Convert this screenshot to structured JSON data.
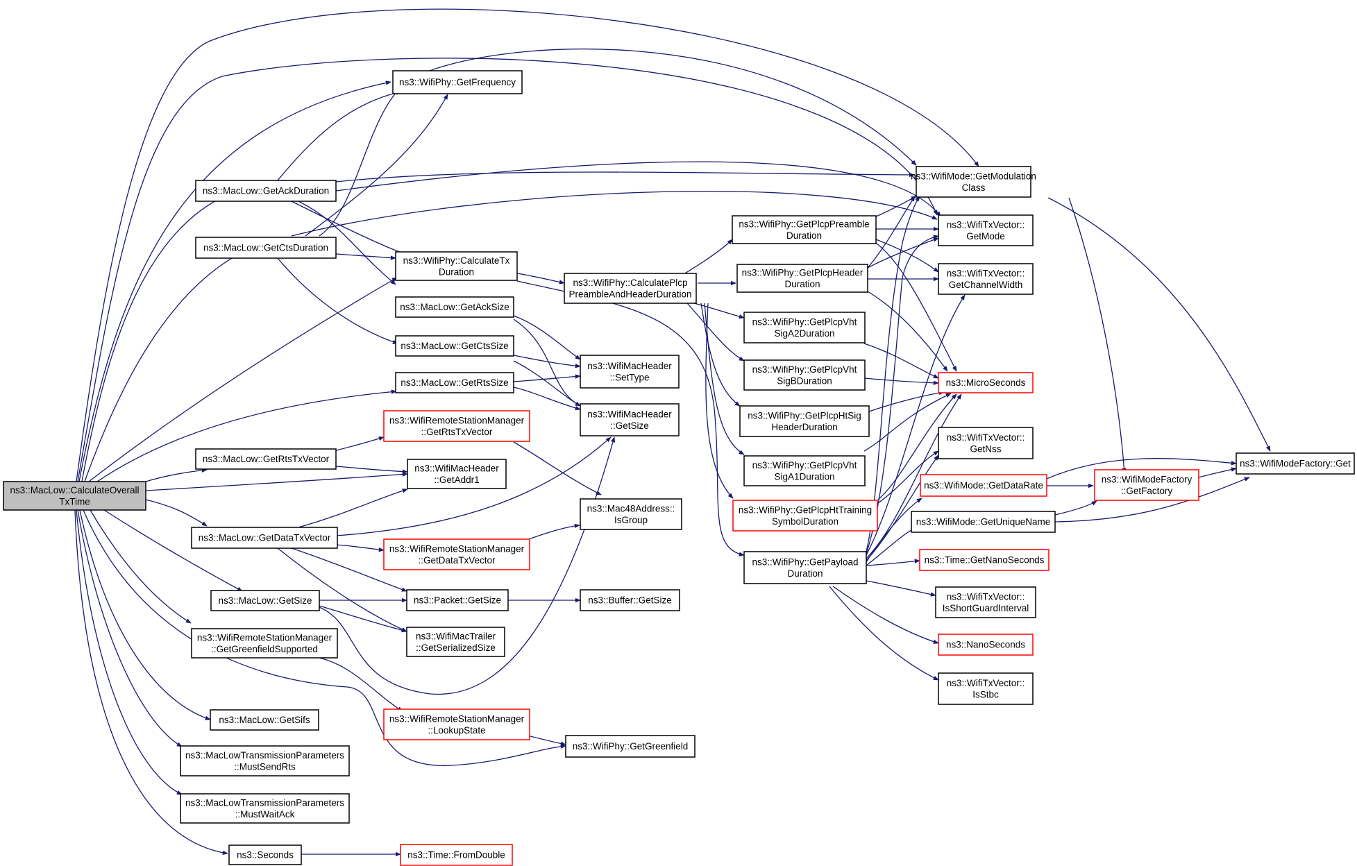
{
  "colors": {
    "edge": "#191970",
    "node_border": "#000000",
    "node_border_incomplete": "#ff0000",
    "root_fill": "#bfbfbf"
  },
  "nodes": {
    "calculate_overall_tx_time": [
      "ns3::MacLow::CalculateOverall",
      "TxTime"
    ],
    "wifiphy_get_frequency": [
      "ns3::WifiPhy::GetFrequency"
    ],
    "maclow_get_ack_duration": [
      "ns3::MacLow::GetAckDuration"
    ],
    "maclow_get_cts_duration": [
      "ns3::MacLow::GetCtsDuration"
    ],
    "wifiphy_calculate_tx_duration": [
      "ns3::WifiPhy::CalculateTx",
      "Duration"
    ],
    "maclow_get_ack_size": [
      "ns3::MacLow::GetAckSize"
    ],
    "maclow_get_cts_size": [
      "ns3::MacLow::GetCtsSize"
    ],
    "maclow_get_rts_size": [
      "ns3::MacLow::GetRtsSize"
    ],
    "wrsm_get_rts_tx_vector": [
      "ns3::WifiRemoteStationManager",
      "::GetRtsTxVector"
    ],
    "maclow_get_rts_tx_vector": [
      "ns3::MacLow::GetRtsTxVector"
    ],
    "wifimacheader_get_addr1": [
      "ns3::WifiMacHeader",
      "::GetAddr1"
    ],
    "maclow_get_data_tx_vector": [
      "ns3::MacLow::GetDataTxVector"
    ],
    "wrsm_get_data_tx_vector": [
      "ns3::WifiRemoteStationManager",
      "::GetDataTxVector"
    ],
    "maclow_get_size": [
      "ns3::MacLow::GetSize"
    ],
    "packet_get_size": [
      "ns3::Packet::GetSize"
    ],
    "buffer_get_size": [
      "ns3::Buffer::GetSize"
    ],
    "wrsm_get_greenfield_supported": [
      "ns3::WifiRemoteStationManager",
      "::GetGreenfieldSupported"
    ],
    "wifimactrailer_get_serialized_size": [
      "ns3::WifiMacTrailer",
      "::GetSerializedSize"
    ],
    "maclow_get_sifs": [
      "ns3::MacLow::GetSifs"
    ],
    "wrsm_lookup_state": [
      "ns3::WifiRemoteStationManager",
      "::LookupState"
    ],
    "mltp_must_send_rts": [
      "ns3::MacLowTransmissionParameters",
      "::MustSendRts"
    ],
    "wifiphy_get_greenfield": [
      "ns3::WifiPhy::GetGreenfield"
    ],
    "mltp_must_wait_ack": [
      "ns3::MacLowTransmissionParameters",
      "::MustWaitAck"
    ],
    "ns3_seconds": [
      "ns3::Seconds"
    ],
    "time_from_double": [
      "ns3::Time::FromDouble"
    ],
    "wifimacheader_set_type": [
      "ns3::WifiMacHeader",
      "::SetType"
    ],
    "wifimacheader_get_size": [
      "ns3::WifiMacHeader",
      "::GetSize"
    ],
    "mac48address_is_group": [
      "ns3::Mac48Address::",
      "IsGroup"
    ],
    "wifiphy_calculate_plcp_preamble_and_header_duration": [
      "ns3::WifiPhy::CalculatePlcp",
      "PreambleAndHeaderDuration"
    ],
    "wifiphy_get_plcp_preamble_duration": [
      "ns3::WifiPhy::GetPlcpPreamble",
      "Duration"
    ],
    "wifiphy_get_plcp_header_duration": [
      "ns3::WifiPhy::GetPlcpHeader",
      "Duration"
    ],
    "wifiphy_get_plcp_vht_siga2_duration": [
      "ns3::WifiPhy::GetPlcpVht",
      "SigA2Duration"
    ],
    "wifiphy_get_plcp_vht_sigb_duration": [
      "ns3::WifiPhy::GetPlcpVht",
      "SigBDuration"
    ],
    "wifiphy_get_plcp_ht_sig_header_duration": [
      "ns3::WifiPhy::GetPlcpHtSig",
      "HeaderDuration"
    ],
    "wifiphy_get_plcp_vht_siga1_duration": [
      "ns3::WifiPhy::GetPlcpVht",
      "SigA1Duration"
    ],
    "wifiphy_get_plcp_ht_training_symbol_duration": [
      "ns3::WifiPhy::GetPlcpHtTraining",
      "SymbolDuration"
    ],
    "wifiphy_get_payload_duration": [
      "ns3::WifiPhy::GetPayload",
      "Duration"
    ],
    "wifimode_get_modulation_class": [
      "ns3::WifiMode::GetModulation",
      "Class"
    ],
    "wifitxvector_get_mode": [
      "ns3::WifiTxVector::",
      "GetMode"
    ],
    "wifitxvector_get_channel_width": [
      "ns3::WifiTxVector::",
      "GetChannelWidth"
    ],
    "ns3_micro_seconds": [
      "ns3::MicroSeconds"
    ],
    "wifitxvector_get_nss": [
      "ns3::WifiTxVector::",
      "GetNss"
    ],
    "wifimode_get_data_rate": [
      "ns3::WifiMode::GetDataRate"
    ],
    "wifimode_get_unique_name": [
      "ns3::WifiMode::GetUniqueName"
    ],
    "time_get_nano_seconds": [
      "ns3::Time::GetNanoSeconds"
    ],
    "wifitxvector_is_short_guard_interval": [
      "ns3::WifiTxVector::",
      "IsShortGuardInterval"
    ],
    "ns3_nano_seconds": [
      "ns3::NanoSeconds"
    ],
    "wifitxvector_is_stbc": [
      "ns3::WifiTxVector::",
      "IsStbc"
    ],
    "wifimodefactory_get_factory": [
      "ns3::WifiModeFactory",
      "::GetFactory"
    ],
    "wifimodefactory_get": [
      "ns3::WifiModeFactory::Get"
    ]
  }
}
